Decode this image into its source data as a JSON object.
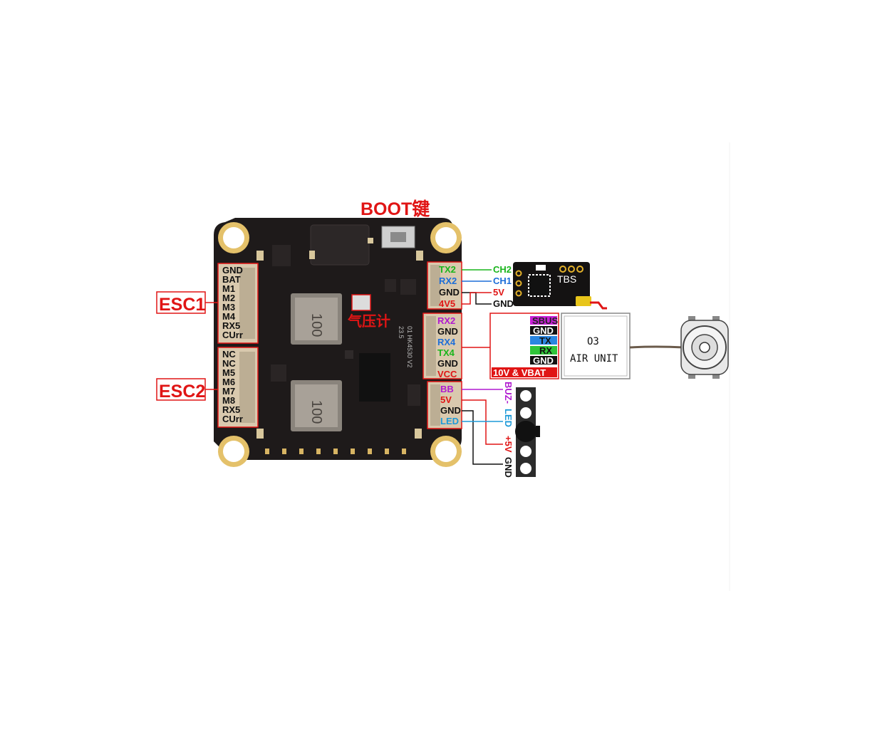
{
  "boot_label": "BOOT键",
  "baro_label": "气压计",
  "esc1": {
    "title": "ESC1",
    "pins": [
      "GND",
      "BAT",
      "M1",
      "M2",
      "M3",
      "M4",
      "RX5",
      "CUrr"
    ]
  },
  "esc2": {
    "title": "ESC2",
    "pins": [
      "NC",
      "NC",
      "M5",
      "M6",
      "M7",
      "M8",
      "RX5",
      "CUrr"
    ]
  },
  "board": {
    "silk_top": "23.5",
    "silk_bottom": "01 HK4530 V2",
    "inductor_1": "100",
    "inductor_2": "100"
  },
  "conn_rx": {
    "pins": [
      {
        "label": "TX2",
        "color": "#19b51c"
      },
      {
        "label": "RX2",
        "color": "#1d6ed8"
      },
      {
        "label": "GND",
        "color": "#111111"
      },
      {
        "label": "4V5",
        "color": "#e01515"
      }
    ],
    "wires": [
      {
        "label": "CH2",
        "color": "#19b51c"
      },
      {
        "label": "CH1",
        "color": "#1d6ed8"
      },
      {
        "label": "5V",
        "color": "#e01515"
      },
      {
        "label": "GND",
        "color": "#111111"
      }
    ]
  },
  "tbs": {
    "label": "TBS"
  },
  "conn_vtx": {
    "pins": [
      {
        "label": "RX2",
        "color": "#b01ad0"
      },
      {
        "label": "GND",
        "color": "#111111"
      },
      {
        "label": "RX4",
        "color": "#1d6ed8"
      },
      {
        "label": "TX4",
        "color": "#19b51c"
      },
      {
        "label": "GND",
        "color": "#111111"
      },
      {
        "label": "VCC",
        "color": "#e01515"
      }
    ]
  },
  "vtx_legend": {
    "rows": [
      {
        "label": "SBUS",
        "bg": "#c81fd6",
        "fg": "#222222"
      },
      {
        "label": "GND",
        "bg": "#111111",
        "fg": "#ffffff"
      },
      {
        "label": "TX",
        "bg": "#2a86e0",
        "fg": "#111111"
      },
      {
        "label": "RX",
        "bg": "#2fc43a",
        "fg": "#111111"
      },
      {
        "label": "GND",
        "bg": "#111111",
        "fg": "#ffffff"
      }
    ],
    "power": "10V & VBAT"
  },
  "air_unit": {
    "line1": "O3",
    "line2": "AIR UNIT"
  },
  "conn_buz": {
    "pins": [
      {
        "label": "BB",
        "color": "#b01ad0"
      },
      {
        "label": "5V",
        "color": "#e01515"
      },
      {
        "label": "GND",
        "color": "#111111"
      },
      {
        "label": "LED",
        "color": "#1d9ad8"
      }
    ]
  },
  "buzzer_labels": {
    "buz": "BUZ-",
    "led": "LED",
    "plus5v": "+5V",
    "gnd": "GND",
    "buz_color": "#b01ad0",
    "led_color": "#1d9ad8",
    "plus5v_color": "#e01515",
    "gnd_color": "#111111"
  },
  "colors": {
    "highlight": "#e01515",
    "pcb": "#1e1a1a",
    "connector": "#d9c9ae"
  }
}
